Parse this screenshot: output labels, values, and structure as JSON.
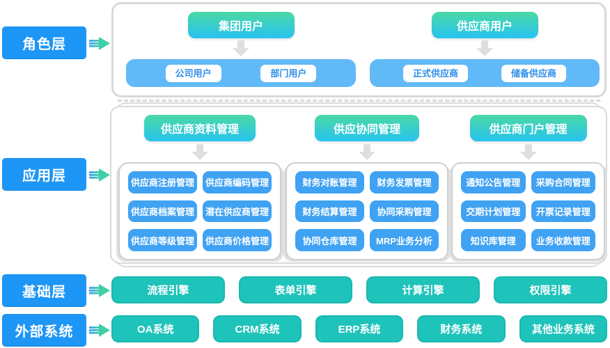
{
  "colors": {
    "label_blue": "#1E96F5",
    "button_blue": "#3FA2F3",
    "bar_blue": "#62B9F8",
    "pill_text_blue": "#2E8FE8",
    "teal": "#1EC3BA",
    "gradient_top": "#4BD9A4",
    "gradient_bottom": "#27C3F0",
    "panel_border_gray": "#d9d9d9"
  },
  "icons": {
    "flow_arrow": "flow-arrow-icon (blue-to-teal fast-forward arrow)",
    "down_arrow": "down-arrow-icon (gray block arrow)"
  },
  "layer_labels": [
    {
      "label": "角色层"
    },
    {
      "label": "应用层"
    },
    {
      "label": "基础层"
    },
    {
      "label": "外部系统"
    }
  ],
  "role_layer": {
    "groups": [
      {
        "header": "集团用户",
        "items": [
          "公司用户",
          "部门用户"
        ]
      },
      {
        "header": "供应商用户",
        "items": [
          "正式供应商",
          "储备供应商"
        ]
      }
    ]
  },
  "app_layer": {
    "groups": [
      {
        "header": "供应商资料管理",
        "items": [
          "供应商注册管理",
          "供应商编码管理",
          "供应商档案管理",
          "潜在供应商管理",
          "供应商等级管理",
          "供应商价格管理"
        ]
      },
      {
        "header": "供应协同管理",
        "items": [
          "财务对账管理",
          "财务发票管理",
          "财务结算管理",
          "协同采购管理",
          "协同仓库管理",
          "MRP业务分析"
        ]
      },
      {
        "header": "供应商门户管理",
        "items": [
          "通知公告管理",
          "采购合同管理",
          "交期计划管理",
          "开票记录管理",
          "知识库管理",
          "业务收款管理"
        ]
      }
    ]
  },
  "base_layer": {
    "items": [
      "流程引擎",
      "表单引擎",
      "计算引擎",
      "权限引擎"
    ]
  },
  "external_layer": {
    "items": [
      "OA系统",
      "CRM系统",
      "ERP系统",
      "财务系统",
      "其他业务系统"
    ]
  }
}
